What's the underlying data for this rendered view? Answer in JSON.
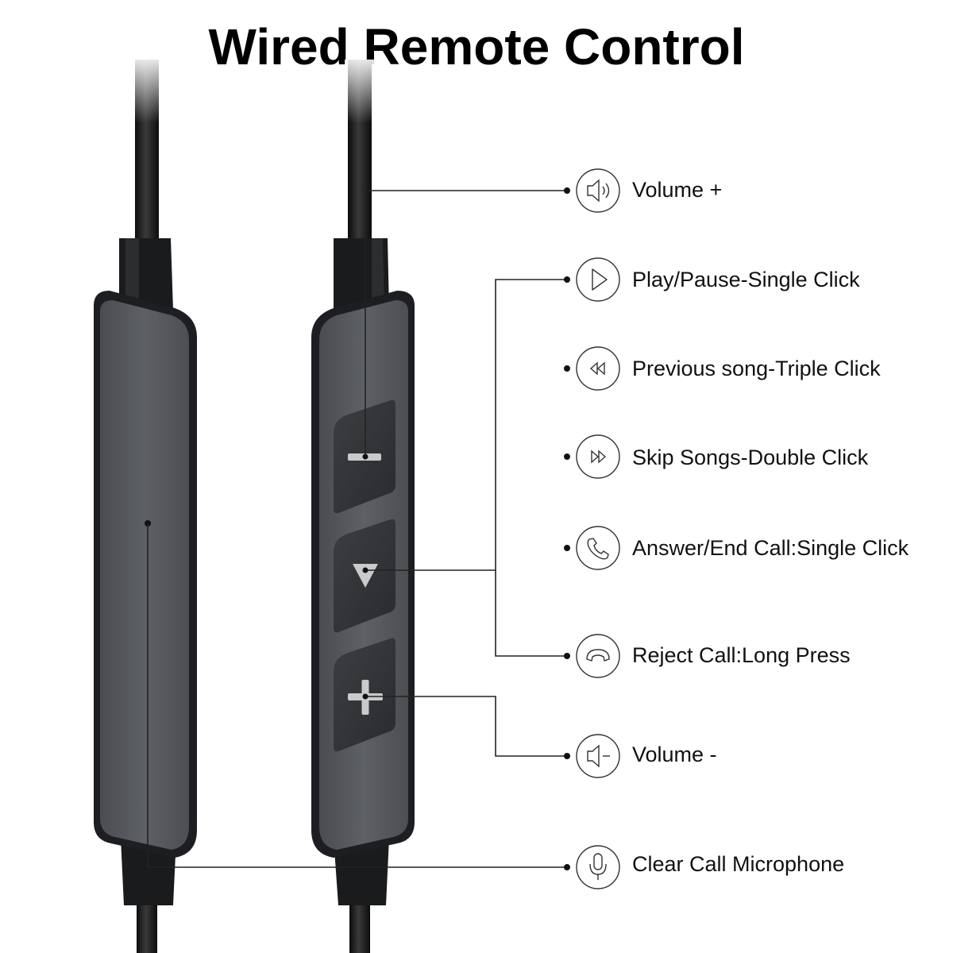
{
  "title": "Wired Remote Control",
  "functions": [
    {
      "icon": "volume-up-icon",
      "label": "Volume +"
    },
    {
      "icon": "play-icon",
      "label": "Play/Pause-Single Click"
    },
    {
      "icon": "previous-icon",
      "label": "Previous song-Triple Click"
    },
    {
      "icon": "next-icon",
      "label": "Skip Songs-Double Click"
    },
    {
      "icon": "phone-icon",
      "label": "Answer/End Call:Single Click"
    },
    {
      "icon": "hang-up-icon",
      "label": "Reject Call:Long Press"
    },
    {
      "icon": "volume-down-icon",
      "label": "Volume -"
    },
    {
      "icon": "microphone-icon",
      "label": "Clear Call Microphone"
    }
  ],
  "colors": {
    "cable": "#141414",
    "remote_body": "#1e1f22",
    "remote_face": "#55585d",
    "button": "#34363a",
    "button_symbol": "#c9cacc",
    "callout_line": "#222222"
  }
}
